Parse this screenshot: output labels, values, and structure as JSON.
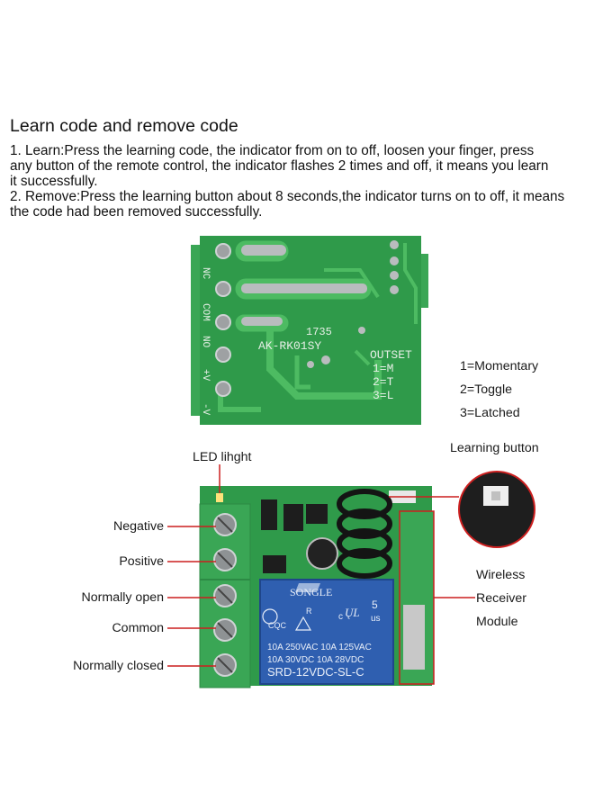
{
  "heading": "Learn code and remove code",
  "paragraphs": {
    "learn": [
      "1. Learn:Press the learning code, the indicator from on to off, loosen your finger, press",
      "any button of the remote control, the indicator flashes 2 times and off, it means you learn",
      "it successfully."
    ],
    "remove": [
      "2. Remove:Press the learning button about 8 seconds,the indicator turns on to off, it means",
      "the code had been removed successfully."
    ]
  },
  "top_board": {
    "silk_nc": "NC",
    "silk_com": "COM",
    "silk_no": "NO",
    "silk_pos": "+V",
    "silk_neg": "-V",
    "silk_code": "1735",
    "silk_model": "AK-RK01SY",
    "silk_outset": "OUTSET",
    "silk_m": "1=M",
    "silk_t": "2=T",
    "silk_l": "3=L"
  },
  "modes": [
    "1=Momentary",
    "2=Toggle",
    "3=Latched"
  ],
  "bottom_board": {
    "relay_brand": "SONGLE",
    "relay_num": "5",
    "relay_us": "us",
    "relay_cqc": "CQC",
    "relay_r": "R",
    "relay_c": "c",
    "relay_spec1": "10A  250VAC   10A  125VAC",
    "relay_spec2": "10A   30VDC   10A   28VDC",
    "relay_model": "SRD-12VDC-SL-C"
  },
  "labels": {
    "led": "LED lihght",
    "learning_button": "Learning button",
    "negative": "Negative",
    "positive": "Positive",
    "normally_open": "Normally open",
    "common": "Common",
    "normally_closed": "Normally closed",
    "wireless": "Wireless",
    "receiver": "Receiver",
    "module": "Module"
  },
  "colors": {
    "pcb": "#2f9a4a",
    "trace": "#4dbb62",
    "terminal": "#3aa655",
    "relay": "#2f5fb0",
    "callout": "#cc1f1f"
  }
}
